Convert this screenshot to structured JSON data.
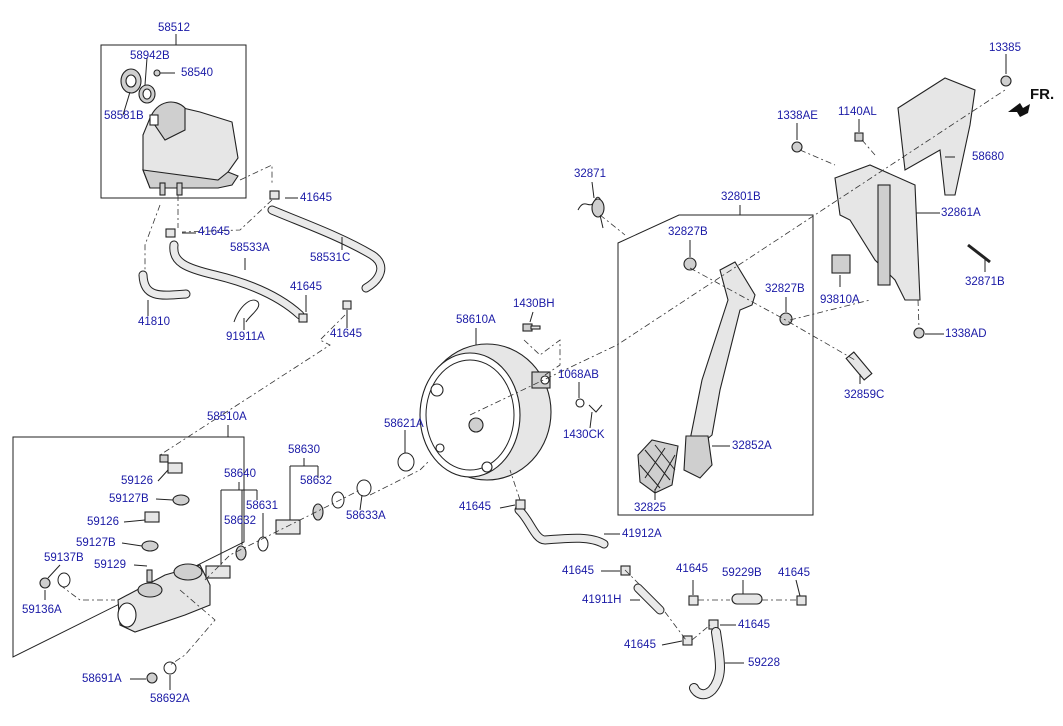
{
  "direction_label": "FR.",
  "labels": {
    "l58512": "58512",
    "l58942B": "58942B",
    "l58540": "58540",
    "l58581B": "58581B",
    "l41645_a": "41645",
    "l41645_b": "41645",
    "l58533A": "58533A",
    "l58531C": "58531C",
    "l41645_c": "41645",
    "l41810": "41810",
    "l91911A": "91911A",
    "l41645_d": "41645",
    "l58610A": "58610A",
    "l1430BH": "1430BH",
    "l1068AB": "1068AB",
    "l1430CK": "1430CK",
    "l58621A": "58621A",
    "l58510A": "58510A",
    "l58630": "58630",
    "l58640": "58640",
    "l58632_a": "58632",
    "l58631": "58631",
    "l58632_b": "58632",
    "l58633A": "58633A",
    "l59126_a": "59126",
    "l59127B_a": "59127B",
    "l59126_b": "59126",
    "l59127B_b": "59127B",
    "l59137B": "59137B",
    "l59129": "59129",
    "l59136A": "59136A",
    "l58691A": "58691A",
    "l58692A": "58692A",
    "l41645_e": "41645",
    "l41912A": "41912A",
    "l41645_f": "41645",
    "l41911H": "41911H",
    "l41645_g": "41645",
    "l59229B": "59229B",
    "l41645_h": "41645",
    "l41645_i": "41645",
    "l41645_j": "41645",
    "l59228": "59228",
    "l32871": "32871",
    "l32801B": "32801B",
    "l32827B_a": "32827B",
    "l32827B_b": "32827B",
    "l32852A": "32852A",
    "l32825": "32825",
    "l32859C": "32859C",
    "l13385": "13385",
    "l1338AE": "1338AE",
    "l1140AL": "1140AL",
    "l58680": "58680",
    "l32861A": "32861A",
    "l32871B": "32871B",
    "l93810A": "93810A",
    "l1338AD": "1338AD"
  }
}
